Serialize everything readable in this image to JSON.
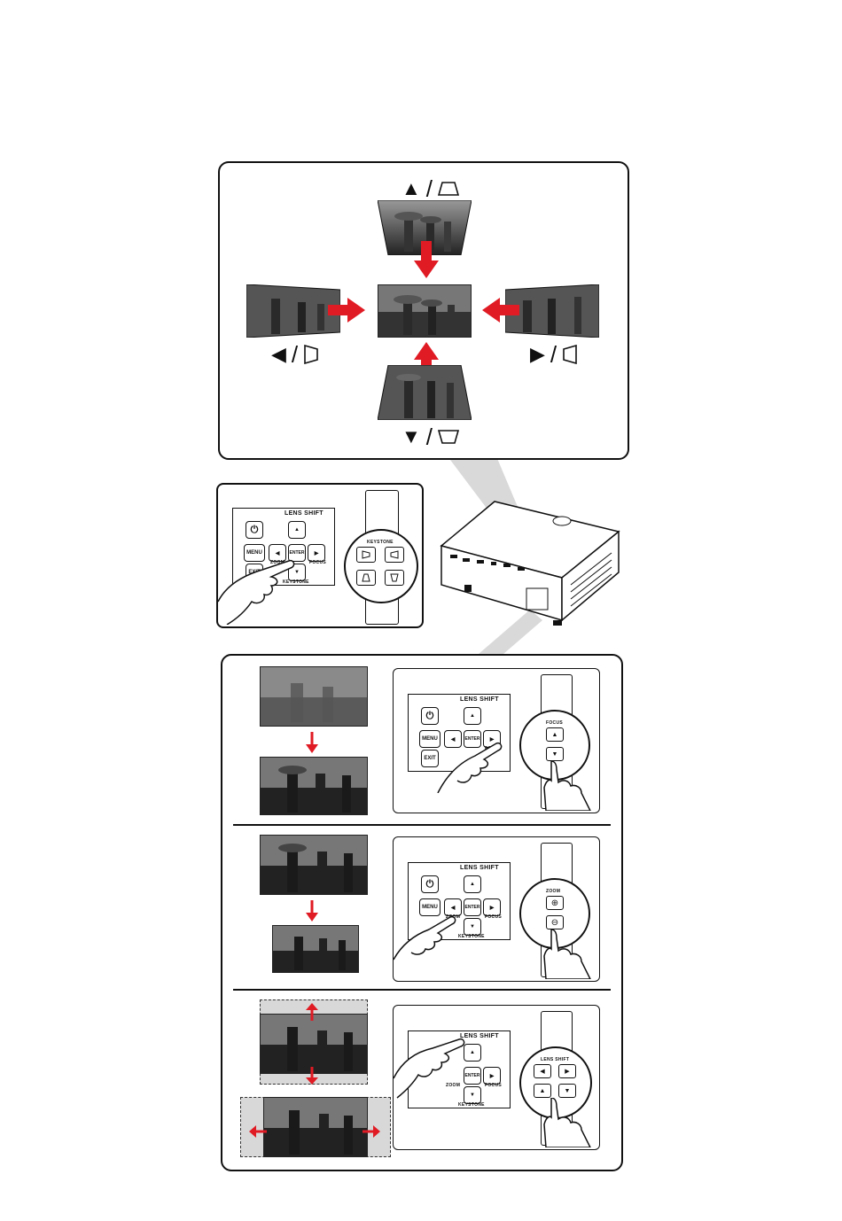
{
  "keystone_panel": {
    "top_symbol": "▲",
    "left_symbol": "◀",
    "right_symbol": "▶",
    "bottom_symbol": "▼",
    "slash": "/"
  },
  "control_panel": {
    "lens_shift_label": "LENS SHIFT",
    "menu_label": "MENU",
    "enter_label": "ENTER",
    "exit_label": "EXIT",
    "zoom_label": "ZOOM",
    "focus_label": "FOCUS",
    "keystone_label": "KEYSTONE",
    "power_symbol": "⏻",
    "up": "▲",
    "down": "▼",
    "left": "◀",
    "right": "▶"
  },
  "remote_zoom": {
    "keystone_label": "KEYSTONE",
    "focus_label": "FOCUS",
    "zoom_label": "ZOOM",
    "lens_shift_label": "LENS SHIFT",
    "zoom_in": "⊕",
    "zoom_out": "⊖"
  },
  "colors": {
    "arrow_red": "#e01b24",
    "ink": "#111111",
    "beam_gray": "#d6d6d6"
  }
}
